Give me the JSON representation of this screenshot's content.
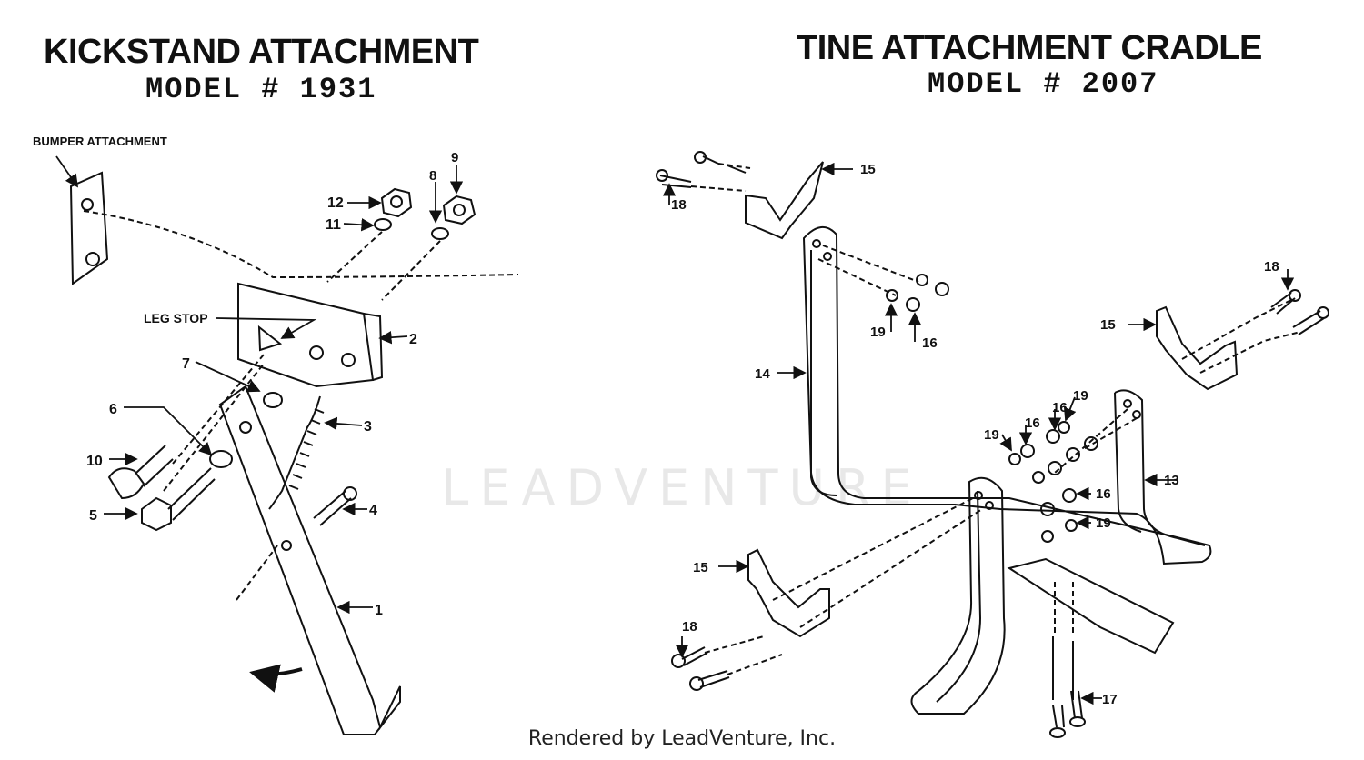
{
  "left": {
    "title": "KICKSTAND ATTACHMENT",
    "model": "MODEL # 1931",
    "labels": {
      "bumper": "BUMPER ATTACHMENT",
      "leg_stop": "LEG STOP",
      "p1": "1",
      "p2": "2",
      "p3": "3",
      "p4": "4",
      "p5": "5",
      "p6": "6",
      "p7": "7",
      "p8": "8",
      "p9": "9",
      "p10": "10",
      "p11": "11",
      "p12": "12"
    }
  },
  "right": {
    "title": "TINE ATTACHMENT CRADLE",
    "model": "MODEL # 2007",
    "labels": {
      "p13": "13",
      "p14": "14",
      "p15a": "15",
      "p15b": "15",
      "p15c": "15",
      "p16a": "16",
      "p16b": "16",
      "p16c": "16",
      "p16d": "16",
      "p17": "17",
      "p18a": "18",
      "p18b": "18",
      "p18c": "18",
      "p19a": "19",
      "p19b": "19",
      "p19c": "19",
      "p19d": "19"
    }
  },
  "watermark": "LEADVENTURE",
  "footer": "Rendered by LeadVenture, Inc."
}
